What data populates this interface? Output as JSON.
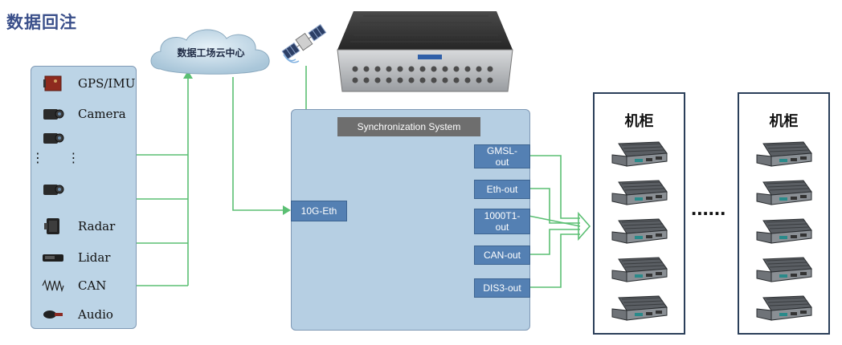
{
  "title": "数据回注",
  "cloud": {
    "label": "数据工场云中心"
  },
  "sensors": [
    {
      "label": "GPS/IMU",
      "icon": "gps-imu-icon"
    },
    {
      "label": "Camera",
      "icon": "camera-icon"
    },
    {
      "label": "",
      "icon": "camera-icon"
    },
    {
      "label": "",
      "icon": "camera-icon"
    },
    {
      "label": "Radar",
      "icon": "radar-icon"
    },
    {
      "label": "Lidar",
      "icon": "lidar-icon"
    },
    {
      "label": "CAN",
      "icon": "can-waveform-icon"
    },
    {
      "label": "Audio",
      "icon": "microphone-icon"
    }
  ],
  "sensor_ellipsis": "⋮ ⋮",
  "sync_system": {
    "label": "Synchronization System"
  },
  "input_port": {
    "label": "10G-Eth"
  },
  "output_ports": [
    {
      "label": "GMSL-\nout"
    },
    {
      "label": "Eth-out"
    },
    {
      "label": "1000T1-\nout"
    },
    {
      "label": "CAN-out"
    },
    {
      "label": "DIS3-out"
    }
  ],
  "cabinets": [
    {
      "label": "机柜"
    },
    {
      "label": "机柜"
    }
  ],
  "cabinet_ellipsis": "......",
  "colors": {
    "title": "#3a4f8a",
    "panel": "#b6cfe3",
    "port": "#5480b3",
    "green_line": "#5bbf73",
    "red_line": "#d9454a",
    "arrow": "#4a7fb8",
    "cabinet_border": "#2b3f5a"
  }
}
